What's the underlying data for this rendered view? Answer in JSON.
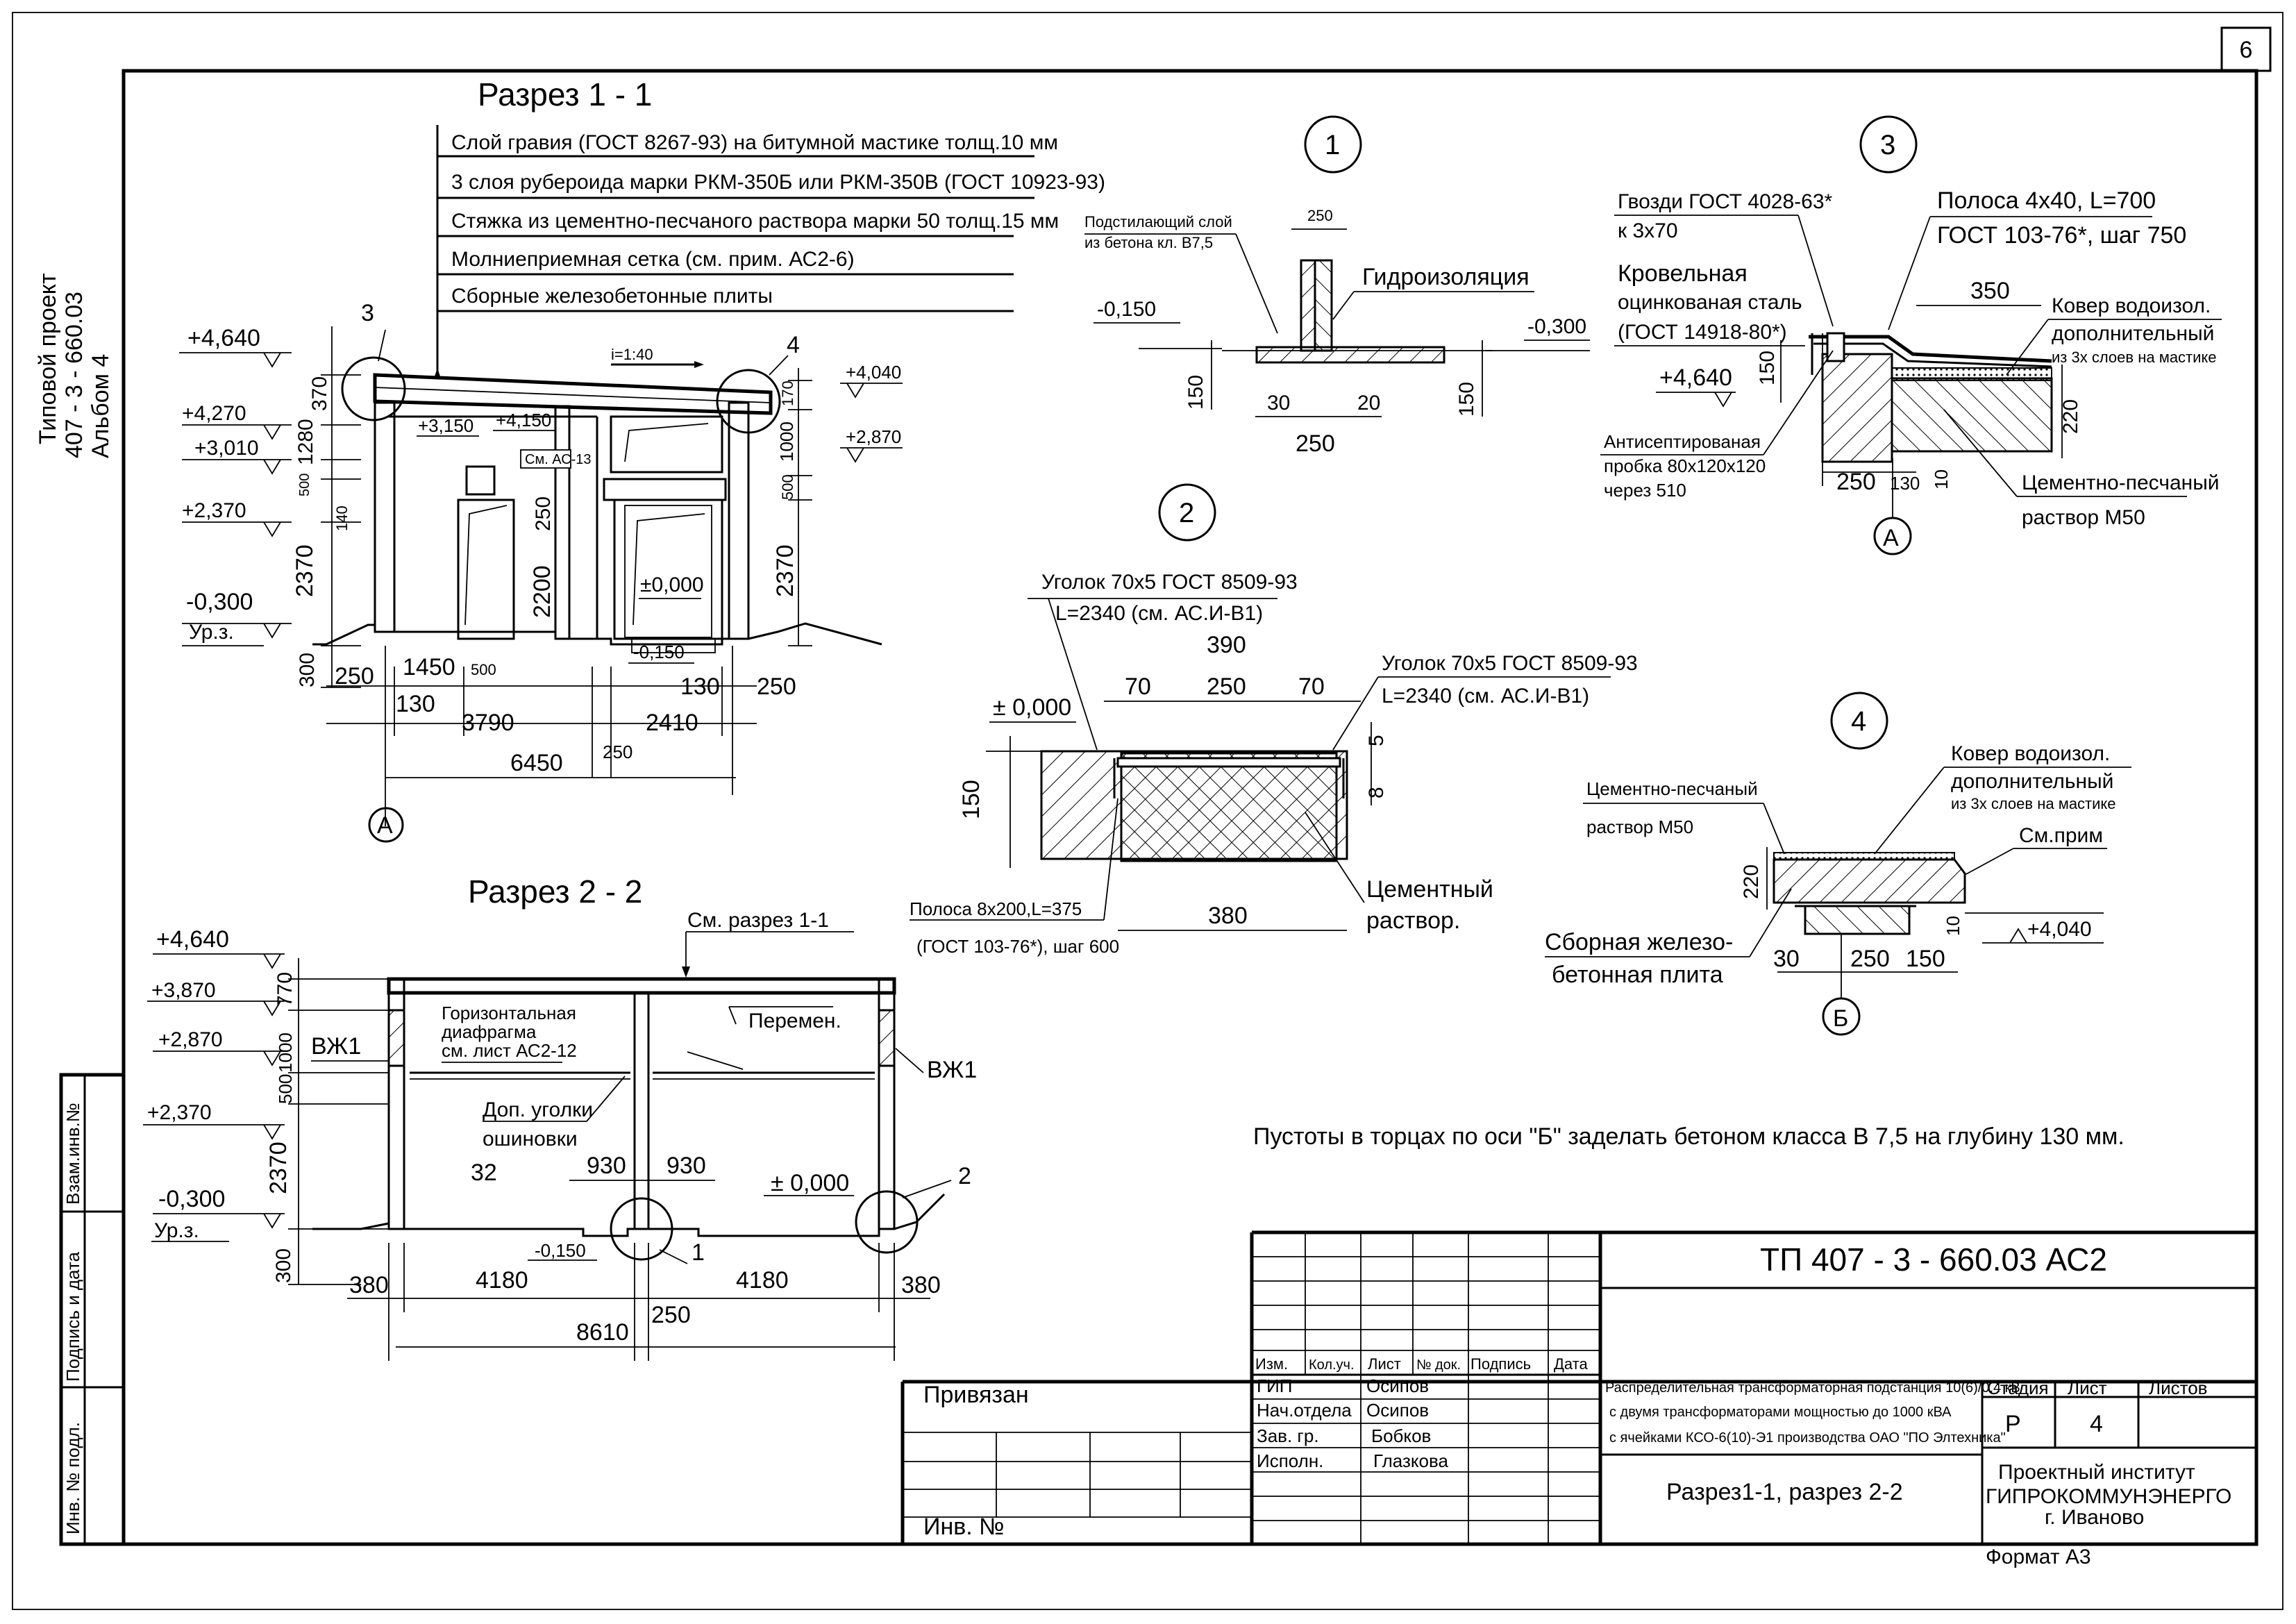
{
  "sheet": {
    "page_number": "6",
    "side_stamp": {
      "line1": "Типовой проект",
      "line2": "407 - 3 - 660.03",
      "line3": "Альбом 4"
    },
    "left_strip": [
      "Инв. № подл.",
      "Подпись и дата",
      "Взам.инв.№"
    ],
    "note": "Пустоты в торцах по оси \"Б\" заделать бетоном класса В 7,5 на глубину 130 мм.",
    "format": "Формат А3"
  },
  "section11": {
    "title": "Разрез  1 - 1",
    "layers": [
      "Слой гравия (ГОСТ 8267-93) на битумной мастике   толщ.10 мм",
      "3 слоя рубероида марки РКМ-350Б или РКМ-350В (ГОСТ 10923-93)",
      "Стяжка из цементно-песчаного раствора марки 50   толщ.15 мм",
      "Молниеприемная сетка  (см. прим. АС2-6)",
      "Сборные железобетонные плиты"
    ],
    "slope": "i=1:40",
    "callouts": [
      "3",
      "4"
    ],
    "axis": "А",
    "see_sheet": "См. АС-13",
    "levels": {
      "l4640": "+4,640",
      "l4270": "+4,270",
      "l3010": "+3,010",
      "l2370": "+2,370",
      "lm300": "-0,300",
      "ground": "Ур.з.",
      "l3150": "+3,150",
      "l4150": "+4,150",
      "l4040": "+4,040",
      "l2870": "+2,870",
      "l0000": "±0,000",
      "lm150": "-0,150"
    },
    "dims": {
      "d370": "370",
      "d1280": "1280",
      "d500": "500",
      "d140": "140",
      "d2370": "2370",
      "d300": "300",
      "d250": "250",
      "d2200": "2200",
      "d170": "170",
      "d1000": "1000",
      "d500r": "500",
      "d2370r": "2370",
      "d250a": "250",
      "d1450": "1450",
      "d500b": "500",
      "d130": "130",
      "d3790": "3790",
      "d2410": "2410",
      "d130b": "130",
      "d250b": "250",
      "d6450": "6450",
      "d250c": "250"
    }
  },
  "section22": {
    "title": "Разрез  2 - 2",
    "see_section": "См. разрез 1-1",
    "vzh_left": "ВЖ1",
    "vzh_right": "ВЖ1",
    "diaphragm": [
      "Горизонтальная",
      "диафрагма",
      "см. лист АС2-12"
    ],
    "peremen": "Перемен.",
    "dop": [
      "Доп. уголки",
      "ошиновки"
    ],
    "callouts": [
      "1",
      "2"
    ],
    "levels": {
      "l4640": "+4,640",
      "l3870": "+3,870",
      "l2870": "+2,870",
      "l2370": "+2,370",
      "lm300": "-0,300",
      "ground": "Ур.з.",
      "l0000": "± 0,000",
      "lm150": "-0,150"
    },
    "dims": {
      "d770": "770",
      "d1000": "1000",
      "d500": "500",
      "d2370": "2370",
      "d300": "300",
      "d32": "32",
      "d930": "930",
      "d930b": "930",
      "d380": "380",
      "d4180": "4180",
      "d4180b": "4180",
      "d380b": "380",
      "d250": "250",
      "d8610": "8610"
    }
  },
  "node1": {
    "num": "1",
    "sublayer": [
      "Подстилающий слой",
      "из бетона кл. В7,5"
    ],
    "hydro": "Гидроизоляция",
    "lm150": "-0,150",
    "lm300": "-0,300",
    "dims": {
      "d250t": "250",
      "d150l": "150",
      "d150r": "150",
      "d30": "30",
      "d20": "20",
      "d250b": "250"
    }
  },
  "node2": {
    "num": "2",
    "angle_left": [
      "Уголок 70х5  ГОСТ 8509-93",
      "L=2340  (см. АС.И-В1)"
    ],
    "angle_right": [
      "Уголок 70х5  ГОСТ 8509-93",
      "L=2340  (см. АС.И-В1)"
    ],
    "strip": [
      "Полоса 8х200,L=375",
      "(ГОСТ 103-76*), шаг 600"
    ],
    "cement": [
      "Цементный",
      "раствор."
    ],
    "l0000": "± 0,000",
    "dims": {
      "d390": "390",
      "d70a": "70",
      "d250": "250",
      "d70b": "70",
      "d5": "5",
      "d8": "8",
      "d150": "150",
      "d380": "380"
    }
  },
  "node3": {
    "num": "3",
    "nails": [
      "Гвозди ГОСТ 4028-63*",
      "к 3х70"
    ],
    "strip": [
      "Полоса 4х40, L=700",
      "ГОСТ 103-76*, шаг 750"
    ],
    "roofing": [
      "Кровельная",
      "оцинкованая сталь",
      "(ГОСТ 14918-80*)"
    ],
    "carpet": [
      "Ковер водоизол.",
      "дополнительный",
      "из 3х слоев на мастике"
    ],
    "plug": [
      "Антисептированая",
      "пробка 80х120х120",
      "через 510"
    ],
    "cement": [
      "Цементно-песчаный",
      "раствор  М50"
    ],
    "l4640": "+4,640",
    "axis": "А",
    "dims": {
      "d350": "350",
      "d150": "150",
      "d220": "220",
      "d250": "250",
      "d130": "130",
      "d10": "10"
    }
  },
  "node4": {
    "num": "4",
    "carpet": [
      "Ковер водоизол.",
      "дополнительный",
      "из 3х слоев на мастике"
    ],
    "cement": [
      "Цементно-песчаный",
      "раствор  М50"
    ],
    "see_note": "См.прим",
    "slab": [
      "Сборная железо-",
      "бетонная плита"
    ],
    "l4040": "+4,040",
    "axis": "Б",
    "dims": {
      "d220": "220",
      "d10": "10",
      "d30": "30",
      "d250": "250",
      "d150": "150"
    }
  },
  "title_block": {
    "code": "ТП   407 - 3 - 660.03     АС2",
    "headers": [
      "Изм.",
      "Кол.уч.",
      "Лист",
      "№ док.",
      "Подпись",
      "Дата"
    ],
    "roles": [
      "ГИП",
      "Нач.отдела",
      "Зав. гр.",
      "Исполн."
    ],
    "names": [
      "Осипов",
      "Осипов",
      "Бобков",
      "Глазкова"
    ],
    "privyazan": "Привязан",
    "inv": "Инв. №",
    "description": [
      "Распределительная трансформаторная подстанция 10(6)/0,4 кВ",
      "с двумя трансформаторами мощностью до 1000 кВА",
      "с ячейками  КСО-6(10)-Э1 производства ОАО \"ПО Элтехника\""
    ],
    "sheet_title": "Разрез1-1, разрез 2-2",
    "stage_h": "Стадия",
    "list_h": "Лист",
    "lists_h": "Листов",
    "stage": "Р",
    "list": "4",
    "org": [
      "Проектный институт",
      "ГИПРОКОММУНЭНЕРГО",
      "г. Иваново"
    ]
  }
}
